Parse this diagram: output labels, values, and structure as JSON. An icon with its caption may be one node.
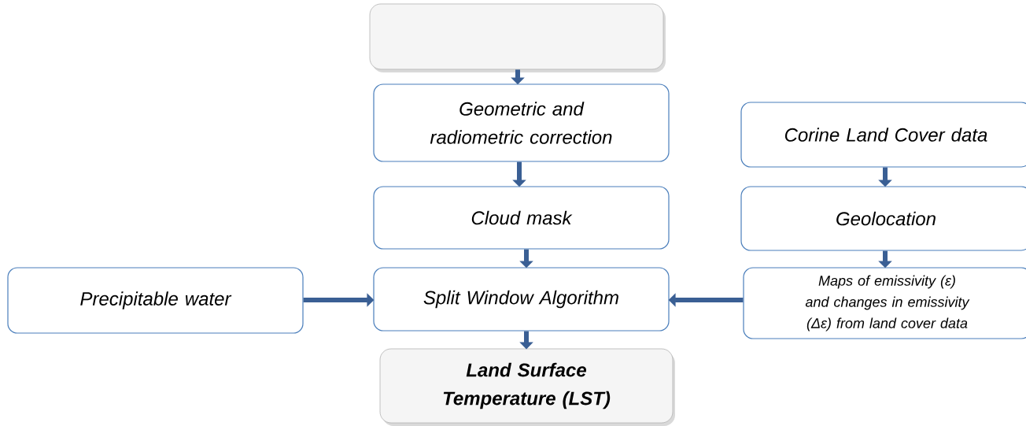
{
  "diagram": {
    "nodes": [
      {
        "text": [],
        "shape": "box"
      },
      {
        "text": [
          "Geometric and radiometric correction"
        ]
      },
      {
        "text": [
          "Cloud mask"
        ]
      },
      {
        "text": [
          "Split Window Algorithm"
        ]
      },
      {
        "text": [
          "Land Surface Temperature (LST)"
        ]
      },
      {
        "text": [
          "Precipitable water"
        ]
      },
      {
        "text": [
          "Corine Land Cover data"
        ]
      },
      {
        "text": [
          "Geolocation"
        ]
      },
      {
        "text": [
          "Maps of emissivity (ε) and changes in emissivity (Δε) from land cover data"
        ]
      }
    ],
    "edges": [
      {
        "from": 0,
        "to": 1,
        "arrow": "to"
      },
      {
        "from": 1,
        "to": 2,
        "arrow": "to"
      },
      {
        "from": 2,
        "to": 3,
        "arrow": "to"
      },
      {
        "from": 3,
        "to": 4,
        "arrow": "to"
      },
      {
        "from": 5,
        "to": 3,
        "arrow": "to"
      },
      {
        "from": 8,
        "to": 3,
        "arrow": "to"
      },
      {
        "from": 6,
        "to": 7,
        "arrow": "to"
      },
      {
        "from": 7,
        "to": 8,
        "arrow": "to"
      }
    ]
  }
}
